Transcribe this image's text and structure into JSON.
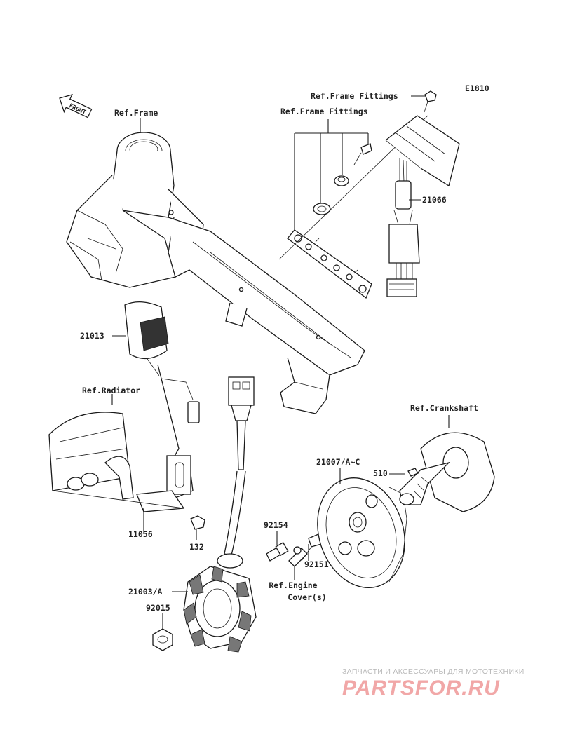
{
  "diagram": {
    "code": "E1810",
    "front_badge": "FRONT",
    "labels": {
      "ref_frame_fittings_top": "Ref.Frame Fittings",
      "ref_frame_fittings": "Ref.Frame Fittings",
      "ref_frame": "Ref.Frame",
      "p21066": "21066",
      "p21013": "21013",
      "ref_radiator": "Ref.Radiator",
      "ref_crankshaft": "Ref.Crankshaft",
      "p21007": "21007/A~C",
      "p510": "510",
      "p92154": "92154",
      "p92151": "92151",
      "ref_engine_cover_1": "Ref.Engine",
      "ref_engine_cover_2": "Cover(s)",
      "p11056": "11056",
      "p132": "132",
      "p21003": "21003/A",
      "p92015": "92015"
    }
  },
  "watermark": {
    "tagline": "ЗАПЧАСТИ И АКСЕССУАРЫ ДЛЯ МОТОТЕХНИКИ",
    "logo": "PARTSFOR.RU"
  }
}
